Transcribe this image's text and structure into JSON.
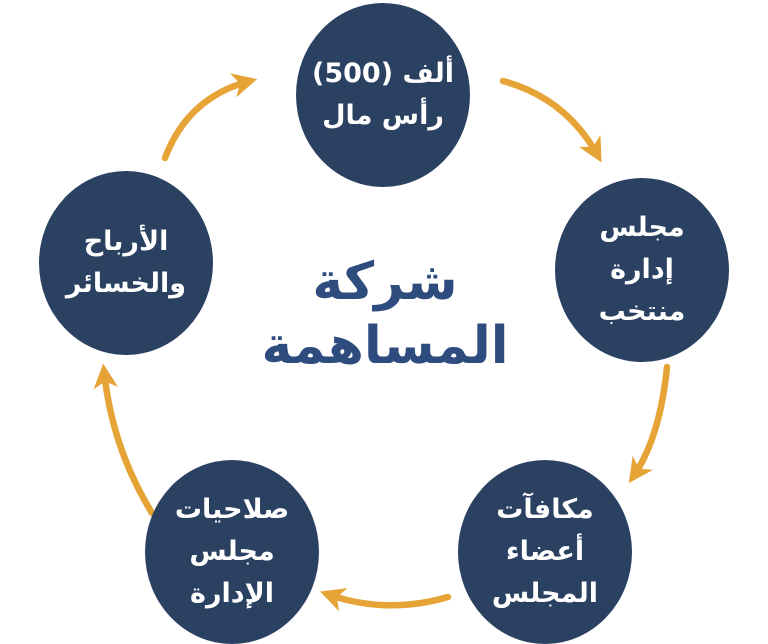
{
  "diagram": {
    "title": {
      "line1": "شركة",
      "line2": "المساهمة"
    },
    "nodes": [
      {
        "id": "capital",
        "lines": [
          "ألف (500)",
          "رأس مال"
        ]
      },
      {
        "id": "elected-board",
        "lines": [
          "مجلس",
          "إدارة",
          "منتخب"
        ]
      },
      {
        "id": "board-remuneration",
        "lines": [
          "مكافآت",
          "أعضاء",
          "المجلس"
        ]
      },
      {
        "id": "board-powers",
        "lines": [
          "صلاحيات",
          "مجلس",
          "الإدارة"
        ]
      },
      {
        "id": "profits-losses",
        "lines": [
          "الأرباح",
          "والخسائر"
        ]
      }
    ],
    "colors": {
      "node_fill": "#2B4162",
      "node_text": "#FFFFFF",
      "title_text": "#2F4C7E",
      "arrow": "#E6A437"
    }
  }
}
